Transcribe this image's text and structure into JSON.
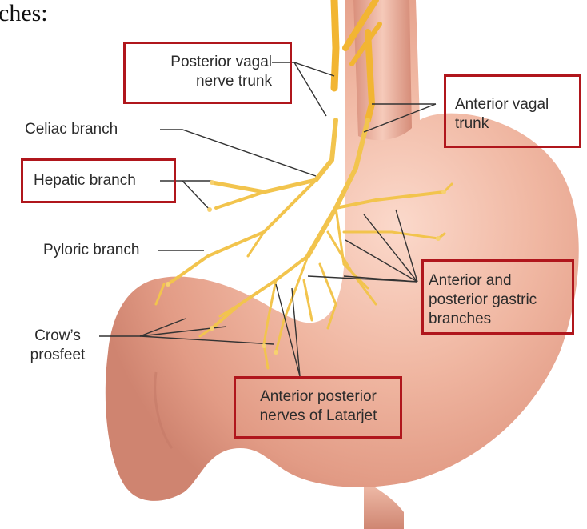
{
  "heading_fragment": "ches:",
  "labels": {
    "posterior_vagal_trunk": [
      "Posterior vagal",
      "nerve trunk"
    ],
    "anterior_vagal_trunk": [
      "Anterior vagal",
      "trunk"
    ],
    "celiac_branch": [
      "Celiac branch"
    ],
    "hepatic_branch": [
      "Hepatic branch"
    ],
    "pyloric_branch": [
      "Pyloric branch"
    ],
    "gastric_branches": [
      "Anterior and",
      "posterior gastric",
      "branches"
    ],
    "crows_feet": [
      "Crow’s",
      "prosfeet"
    ],
    "latarjet": [
      "Anterior posterior",
      "nerves of Latarjet"
    ]
  },
  "colors": {
    "highlight_box": "#b0161c",
    "stomach": "#e7a38e",
    "nerve": "#f0c64a"
  }
}
